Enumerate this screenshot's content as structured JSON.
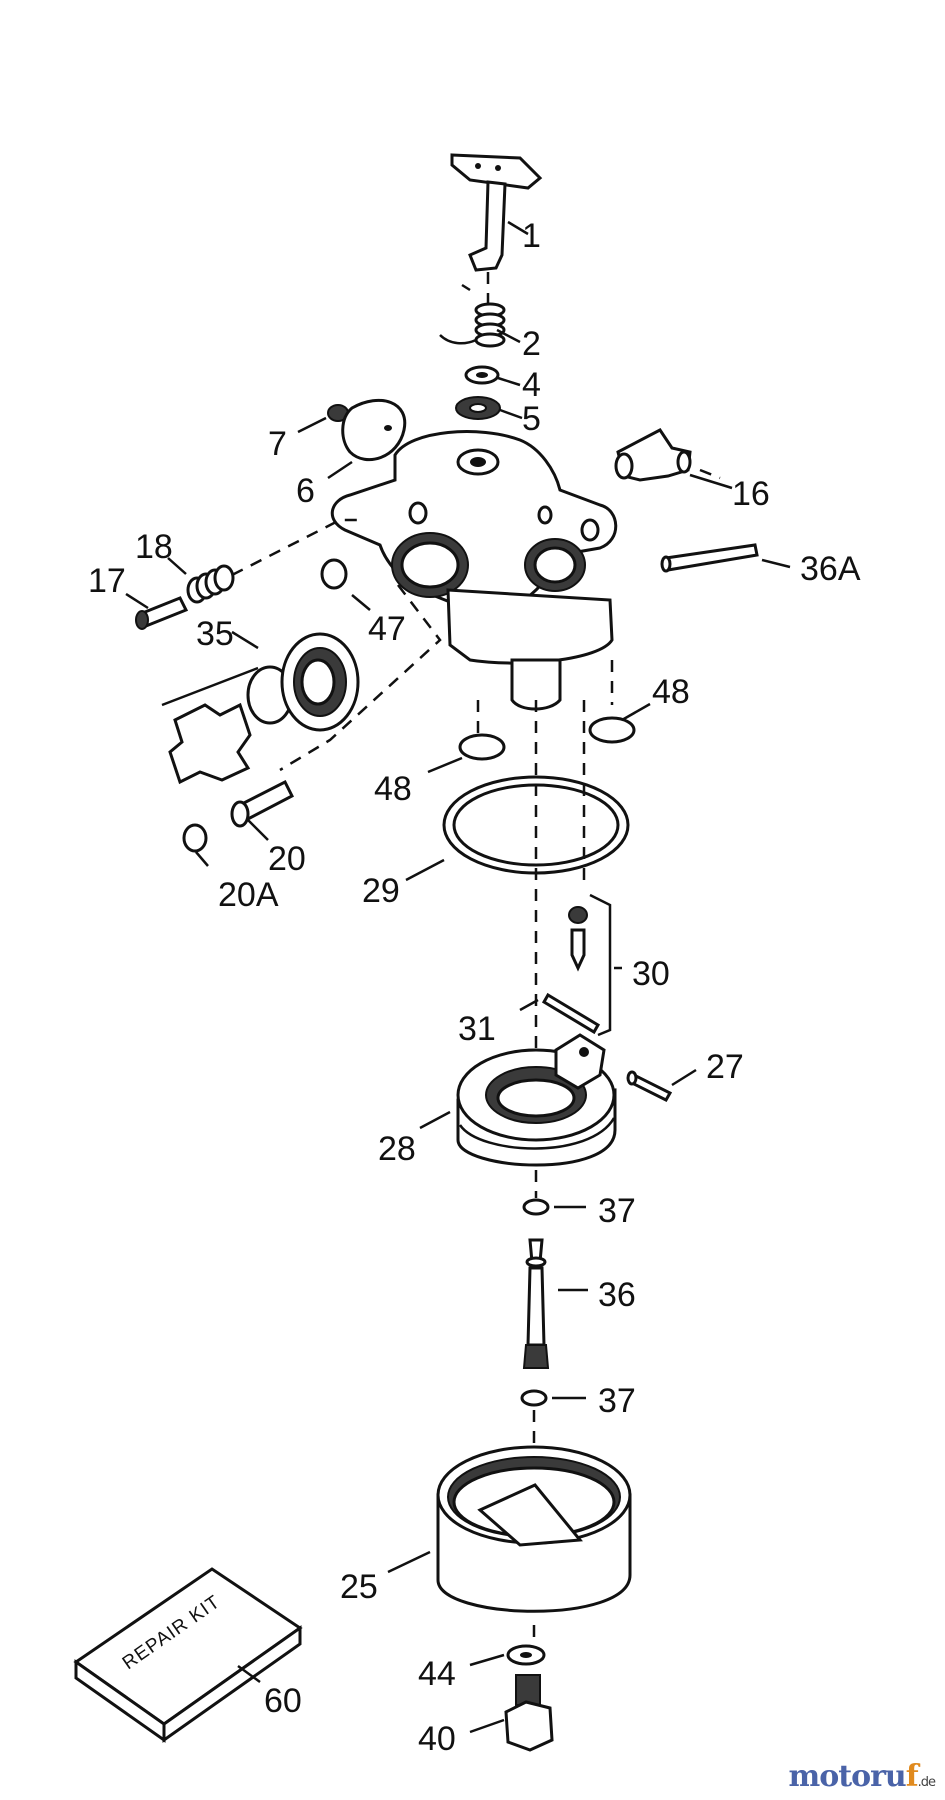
{
  "parts": [
    {
      "id": "p1",
      "label": "1"
    },
    {
      "id": "p2",
      "label": "2"
    },
    {
      "id": "p4",
      "label": "4"
    },
    {
      "id": "p5",
      "label": "5"
    },
    {
      "id": "p7",
      "label": "7"
    },
    {
      "id": "p6",
      "label": "6"
    },
    {
      "id": "p16",
      "label": "16"
    },
    {
      "id": "p18",
      "label": "18"
    },
    {
      "id": "p17",
      "label": "17"
    },
    {
      "id": "p36a",
      "label": "36A"
    },
    {
      "id": "p35",
      "label": "35"
    },
    {
      "id": "p47",
      "label": "47"
    },
    {
      "id": "p48a",
      "label": "48"
    },
    {
      "id": "p48b",
      "label": "48"
    },
    {
      "id": "p20",
      "label": "20"
    },
    {
      "id": "p20a",
      "label": "20A"
    },
    {
      "id": "p29",
      "label": "29"
    },
    {
      "id": "p30",
      "label": "30"
    },
    {
      "id": "p31",
      "label": "31"
    },
    {
      "id": "p27",
      "label": "27"
    },
    {
      "id": "p28",
      "label": "28"
    },
    {
      "id": "p37a",
      "label": "37"
    },
    {
      "id": "p36",
      "label": "36"
    },
    {
      "id": "p37b",
      "label": "37"
    },
    {
      "id": "p25",
      "label": "25"
    },
    {
      "id": "p44",
      "label": "44"
    },
    {
      "id": "p40",
      "label": "40"
    },
    {
      "id": "p60",
      "label": "60"
    }
  ],
  "repair_kit_text": "REPAIR KIT",
  "watermark": {
    "main": "motoru",
    "accent": "f",
    "tld": ".de"
  }
}
